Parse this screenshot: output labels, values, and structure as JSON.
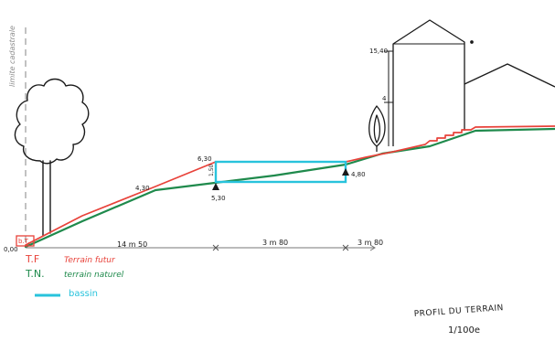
{
  "labels": {
    "vertical_note": "limite cadastrale",
    "bt_mark": "b.T.",
    "zero_mark": "0,00",
    "h_4_30": "4,30",
    "h_6_30": "6,30",
    "h_1_50": "1,50",
    "h_5_30": "5,30",
    "h_4_80": "4,80",
    "h_15_40": "15,40",
    "h_4": "4",
    "dim_1": "14 m 50",
    "dim_2": "3 m 80",
    "dim_3": "3 m 80"
  },
  "legend": {
    "tf_code": "T.F",
    "tf_text": "Terrain futur",
    "tn_code": "T.N.",
    "tn_text": "terrain naturel",
    "bassin": "bassin"
  },
  "title": {
    "line1": "PROFIL DU TERRAIN",
    "scale": "1/100e"
  },
  "colors": {
    "future": "#e8423a",
    "natural": "#1f8a4c",
    "bassin": "#28c3dc",
    "ink": "#1a1a1a",
    "arrow": "#777777"
  }
}
